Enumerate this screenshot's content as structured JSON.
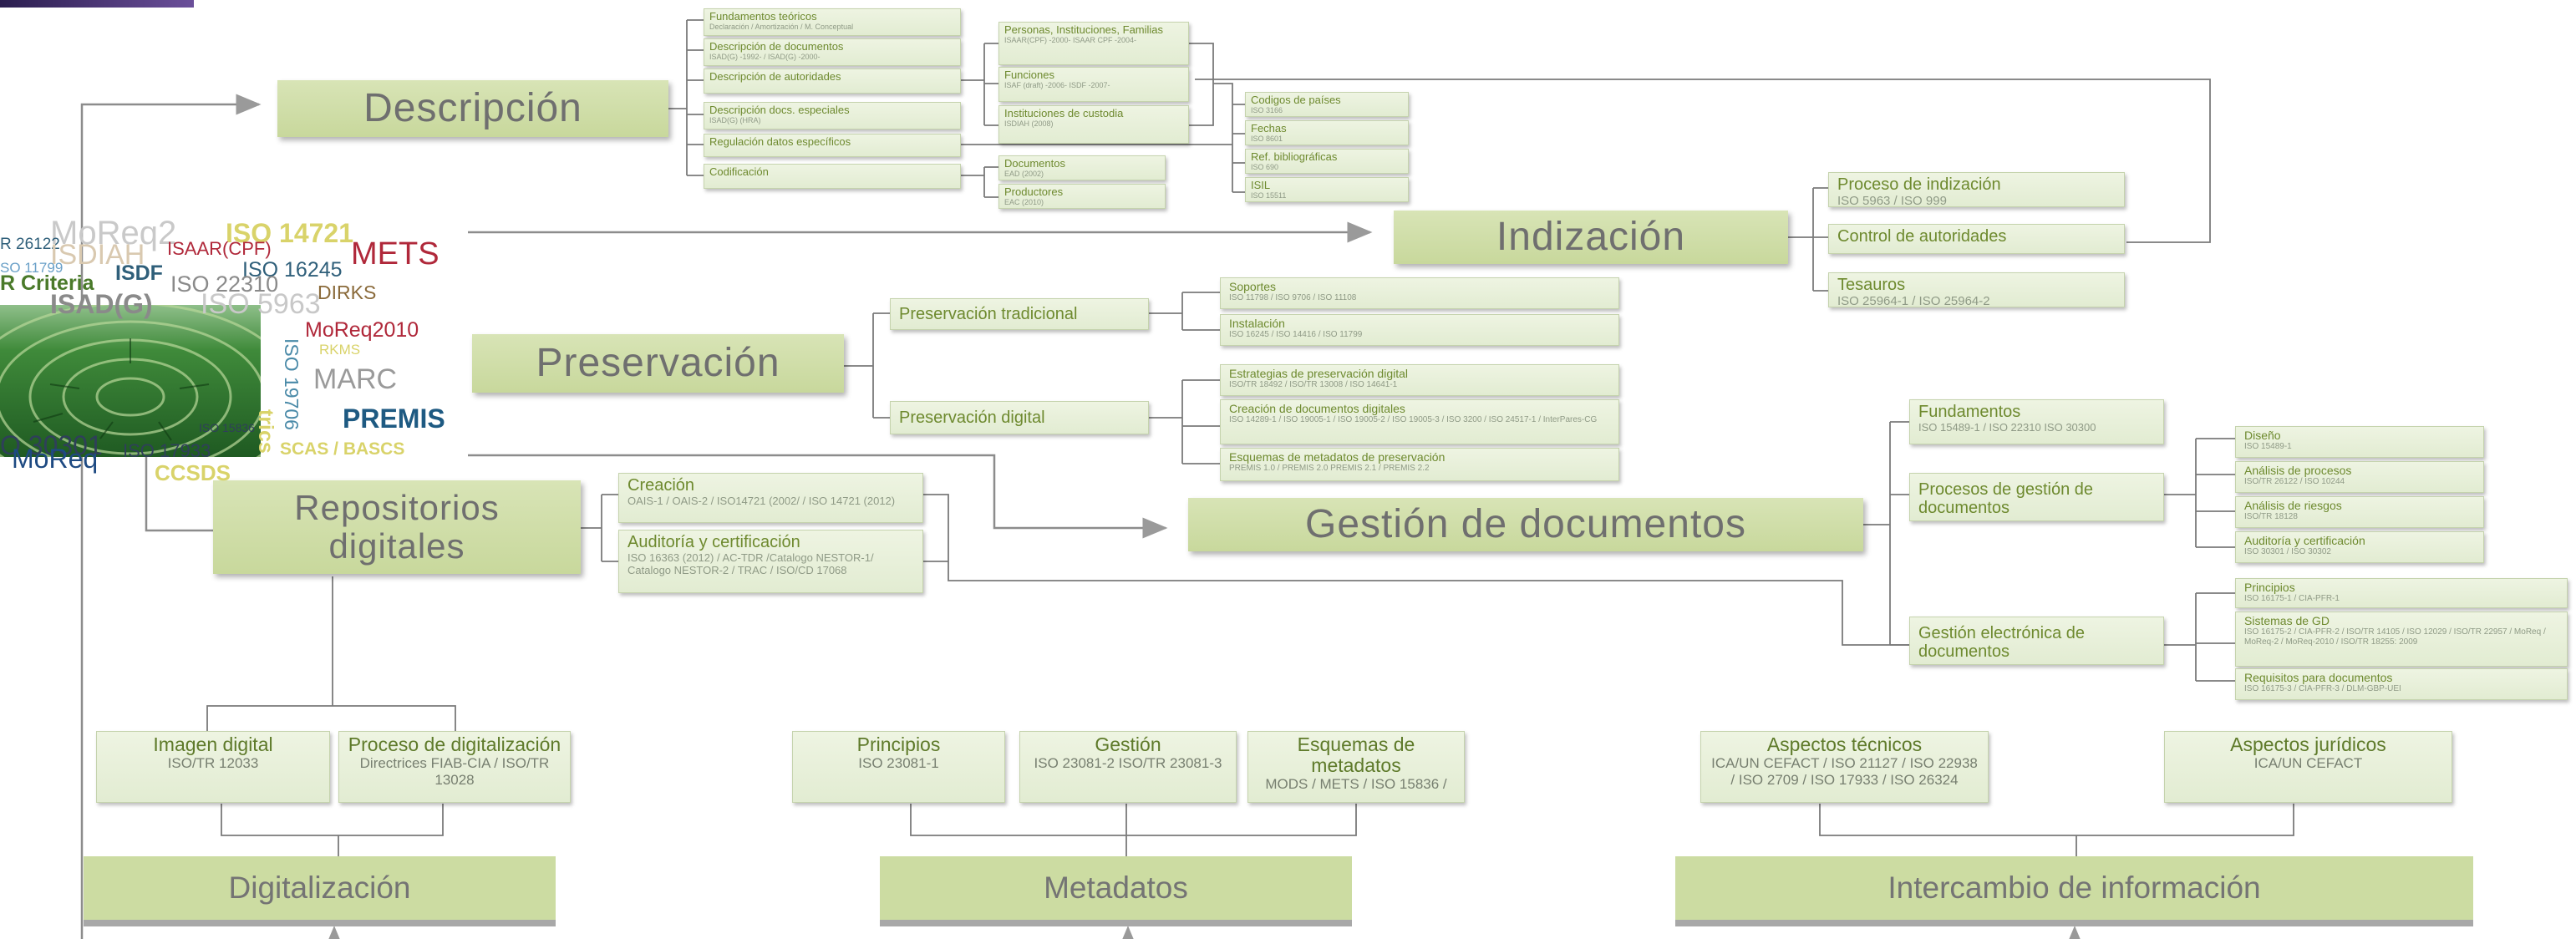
{
  "descripcion": {
    "title": "Descripción",
    "items": [
      {
        "title": "Fundamentos teóricos",
        "sub": "Declaración / Amortización / M. Conceptual"
      },
      {
        "title": "Descripción de documentos",
        "sub": "ISAD(G) -1992- / ISAD(G) -2000-"
      },
      {
        "title": "Descripción de autoridades",
        "sub": ""
      },
      {
        "title": "Descripción docs. especiales",
        "sub": "ISAD(G) (HRA)"
      },
      {
        "title": "Regulación datos específicos",
        "sub": ""
      },
      {
        "title": "Codificación",
        "sub": ""
      }
    ],
    "autoridades": [
      {
        "title": "Personas, Instituciones, Familias",
        "sub": "ISAAR(CPF) -2000- ISAAR CPF -2004-"
      },
      {
        "title": "Funciones",
        "sub": "ISAF (draft) -2006- ISDF -2007-"
      },
      {
        "title": "Instituciones de custodia",
        "sub": "ISDIAH (2008)"
      }
    ],
    "codificacion": [
      {
        "title": "Documentos",
        "sub": "EAD (2002)"
      },
      {
        "title": "Productores",
        "sub": "EAC (2010)"
      }
    ],
    "regulacion": [
      {
        "title": "Codigos de países",
        "sub": "ISO 3166"
      },
      {
        "title": "Fechas",
        "sub": "ISO 8601"
      },
      {
        "title": "Ref. bibliográficas",
        "sub": "ISO 690"
      },
      {
        "title": "ISIL",
        "sub": "ISO 15511"
      }
    ]
  },
  "indizacion": {
    "title": "Indización",
    "items": [
      {
        "title": "Proceso de indización",
        "sub": "ISO 5963 / ISO 999"
      },
      {
        "title": "Control de autoridades",
        "sub": ""
      },
      {
        "title": "Tesauros",
        "sub": "ISO 25964-1 / ISO 25964-2"
      }
    ]
  },
  "preservacion": {
    "title": "Preservación",
    "branches": [
      "Preservación tradicional",
      "Preservación digital"
    ],
    "tradicional": [
      {
        "title": "Soportes",
        "sub": "ISO 11798 / ISO 9706 / ISO 11108"
      },
      {
        "title": "Instalación",
        "sub": "ISO 16245 / ISO 14416 / ISO 11799"
      }
    ],
    "digital": [
      {
        "title": "Estrategias de preservación digital",
        "sub": "ISO/TR 18492 / ISO/TR 13008 / ISO 14641-1"
      },
      {
        "title": "Creación de documentos digitales",
        "sub": "ISO 14289-1 / ISO 19005-1 / ISO 19005-2 / ISO 19005-3 / ISO 3200 / ISO 24517-1 / InterPares-CG"
      },
      {
        "title": "Esquemas de metadatos de preservación",
        "sub": "PREMIS 1.0 / PREMIS 2.0 PREMIS 2.1 / PREMIS 2.2"
      }
    ]
  },
  "repositorios": {
    "title_line1": "Repositorios",
    "title_line2": "digitales",
    "items": [
      {
        "title": "Creación",
        "sub": "OAIS-1 / OAIS-2 / ISO14721 (2002/ / ISO 14721 (2012)"
      },
      {
        "title": "Auditoría y certificación",
        "sub": "ISO 16363 (2012) / AC-TDR /Catalogo NESTOR-1/ Catalogo NESTOR-2 / TRAC / ISO/CD 17068"
      }
    ]
  },
  "gestion": {
    "title": "Gestión de documentos",
    "items": [
      {
        "title": "Fundamentos",
        "sub": "ISO 15489-1 / ISO 22310 ISO 30300"
      },
      {
        "title": "Procesos de gestión de documentos",
        "sub": ""
      },
      {
        "title": "Gestión electrónica de documentos",
        "sub": ""
      }
    ],
    "procesos": [
      {
        "title": "Diseño",
        "sub": "ISO 15489-1"
      },
      {
        "title": "Análisis de procesos",
        "sub": "ISO/TR 26122 / ISO 10244"
      },
      {
        "title": "Análisis de riesgos",
        "sub": "ISO/TR 18128"
      },
      {
        "title": "Auditoría y certificación",
        "sub": "ISO 30301 / ISO 30302"
      }
    ],
    "electronica": [
      {
        "title": "Principios",
        "sub": "ISO 16175-1 / CIA-PFR-1"
      },
      {
        "title": "Sistemas de GD",
        "sub": "ISO 16175-2 / CIA-PFR-2 / ISO/TR 14105 / ISO 12029 / ISO/TR 22957 / MoReq / MoReq-2 / MoReq-2010 / ISO/TR 18255: 2009"
      },
      {
        "title": "Requisitos para documentos",
        "sub": "ISO 16175-3 / CIA-PFR-3 / DLM-GBP-UEI"
      }
    ]
  },
  "digitalizacion": {
    "title": "Digitalización",
    "items": [
      {
        "title": "Imagen digital",
        "sub": "ISO/TR 12033"
      },
      {
        "title": "Proceso de digitalización",
        "sub": "Directrices FIAB-CIA / ISO/TR 13028"
      }
    ]
  },
  "metadatos": {
    "title": "Metadatos",
    "items": [
      {
        "title": "Principios",
        "sub": "ISO 23081-1"
      },
      {
        "title": "Gestión",
        "sub": "ISO 23081-2 ISO/TR 23081-3"
      },
      {
        "title": "Esquemas de metadatos",
        "sub": "MODS / METS / ISO 15836 /"
      }
    ]
  },
  "intercambio": {
    "title": "Intercambio de información",
    "items": [
      {
        "title": "Aspectos técnicos",
        "sub": "ICA/UN CEFACT / ISO 21127 / ISO 22938 / ISO 2709 / ISO 17933 / ISO 26324"
      },
      {
        "title": "Aspectos jurídicos",
        "sub": "ICA/UN CEFACT"
      }
    ]
  },
  "wordcloud": [
    {
      "text": "MoReq2",
      "color": "#c9c9c9"
    },
    {
      "text": "ISO 14721",
      "color": "#d9d36a"
    },
    {
      "text": "R 26122",
      "color": "#2f5f7a"
    },
    {
      "text": "ISDIAH",
      "color": "#d9c9b0"
    },
    {
      "text": "ISAAR(CPF)",
      "color": "#b0283a"
    },
    {
      "text": "METS",
      "color": "#b0283a"
    },
    {
      "text": "SO 11799",
      "color": "#6aa0c8"
    },
    {
      "text": "ISDF",
      "color": "#2f5f7a"
    },
    {
      "text": "ISO 16245",
      "color": "#2f5f7a"
    },
    {
      "text": "R Criteria",
      "color": "#4a7a2a"
    },
    {
      "text": "ISO 22310",
      "color": "#8a8a8a"
    },
    {
      "text": "DIRKS",
      "color": "#8a6a3a"
    },
    {
      "text": "ISAD(G)",
      "color": "#8a8a8a"
    },
    {
      "text": "ISO 5963",
      "color": "#c8c8c8"
    },
    {
      "text": "MoReq2010",
      "color": "#b0283a"
    },
    {
      "text": "RKMS",
      "color": "#d9d36a"
    },
    {
      "text": "MARC",
      "color": "#9a9a9a"
    },
    {
      "text": "ISO 19706",
      "color": "#4a8aa8"
    },
    {
      "text": "PREMIS",
      "color": "#1e5a82"
    },
    {
      "text": "ISO 15836",
      "color": "#2f3f5a"
    },
    {
      "text": "O 30301",
      "color": "#2f3f5a"
    },
    {
      "text": "ISO 17933",
      "color": "#2f3f5a"
    },
    {
      "text": "MoReq",
      "color": "#1e4a82"
    },
    {
      "text": "SCAS / BASCS",
      "color": "#d9d36a"
    },
    {
      "text": "CCSDS",
      "color": "#d9d36a"
    },
    {
      "text": "trics",
      "color": "#d9d36a"
    }
  ]
}
